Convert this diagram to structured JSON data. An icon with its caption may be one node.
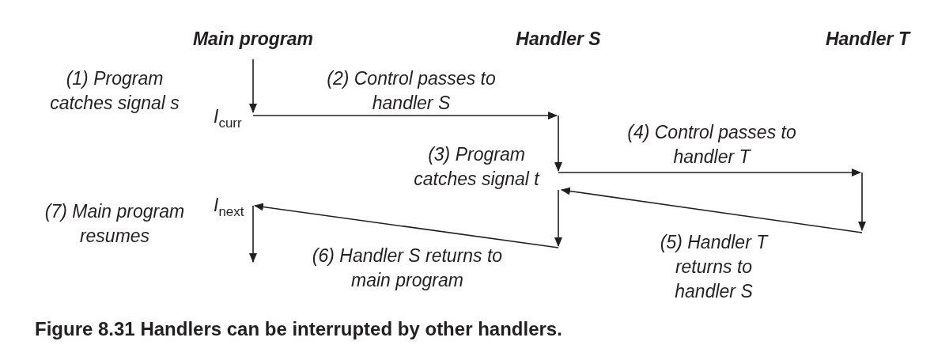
{
  "diagram": {
    "caption": "Figure 8.31 Handlers can be interrupted by other handlers.",
    "labels": [
      "Main program",
      "Handler S",
      "Handler T",
      "(1) Program catches signal s",
      "(2) Control passes to handler S",
      "I$_{curr}$",
      "(3) Program catches signal t",
      "(4) Control passes to handler T",
      "(7) Main program resumes",
      "I$_{next}$",
      "(6) Handler S returns to main program",
      "(5) Handler T returns to handler S"
    ]
  }
}
